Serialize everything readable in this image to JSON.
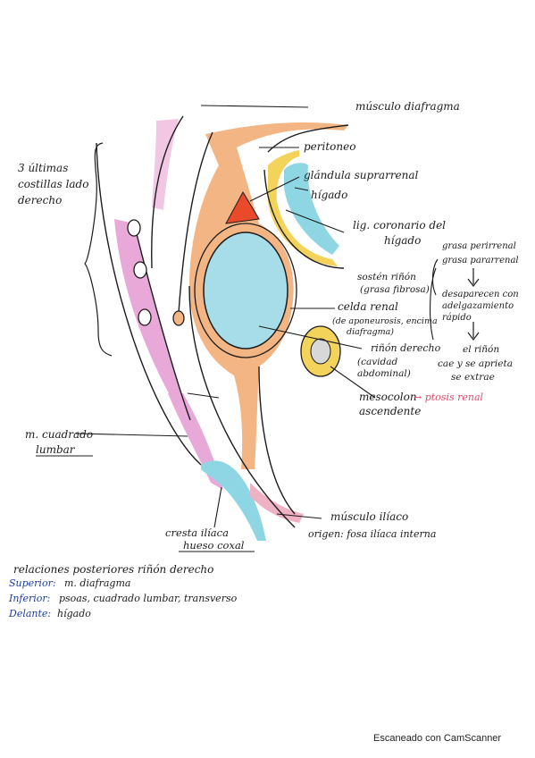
{
  "header_scribble": "",
  "labels": {
    "ribs": [
      "3 últimas",
      "costillas lado",
      "derecho"
    ],
    "diaphragm": "músculo diafragma",
    "peritoneum": "peritoneo",
    "adrenal": "glándula suprarrenal",
    "liver": "hígado",
    "coronary": [
      "lig. coronario del",
      "hígado"
    ],
    "fat_right": [
      "grasa perirrenal",
      "grasa pararrenal"
    ],
    "disappear": [
      "desaparecen con",
      "adelgazamiento",
      "rápido"
    ],
    "support": [
      "sostén riñón",
      "(grasa fibrosa)"
    ],
    "renal_cell": [
      "celda renal",
      "(de aponeurosis, encima",
      "diafragma)"
    ],
    "kidney": "riñón derecho",
    "cavity": [
      "(cavidad",
      "abdominal)"
    ],
    "kidney_out": [
      "el riñón",
      "cae y se aprieta",
      "se extrae"
    ],
    "colon": [
      "mesocolon",
      "ascendente"
    ],
    "ptosis": "→ ptosis renal",
    "quadratus": [
      "m. cuadrado",
      "lumbar"
    ],
    "iliac_crest": [
      "cresta ilíaca",
      "hueso coxal"
    ],
    "iliac_muscle": "músculo ilíaco",
    "origin": "origen: fosa ilíaca interna"
  },
  "notes": {
    "title": "relaciones posteriores riñón derecho",
    "superior_key": "Superior:",
    "superior_val": "m. diafragma",
    "inferior_key": "Inferior:",
    "inferior_val": "psoas, cuadrado lumbar, transverso",
    "anterior_key": "Delante:",
    "anterior_val": "hígado"
  },
  "footer": "Escaneado con CamScanner",
  "colors": {
    "orange": "#f2b583",
    "cyan": "#8fd6e4",
    "pink": "#e8a8d8",
    "red": "#e84a2a",
    "yellow": "#f3d35a",
    "ink": "#1c1c1c",
    "blue_ink": "#1f3f9a",
    "pink_ink": "#e24b6b"
  }
}
